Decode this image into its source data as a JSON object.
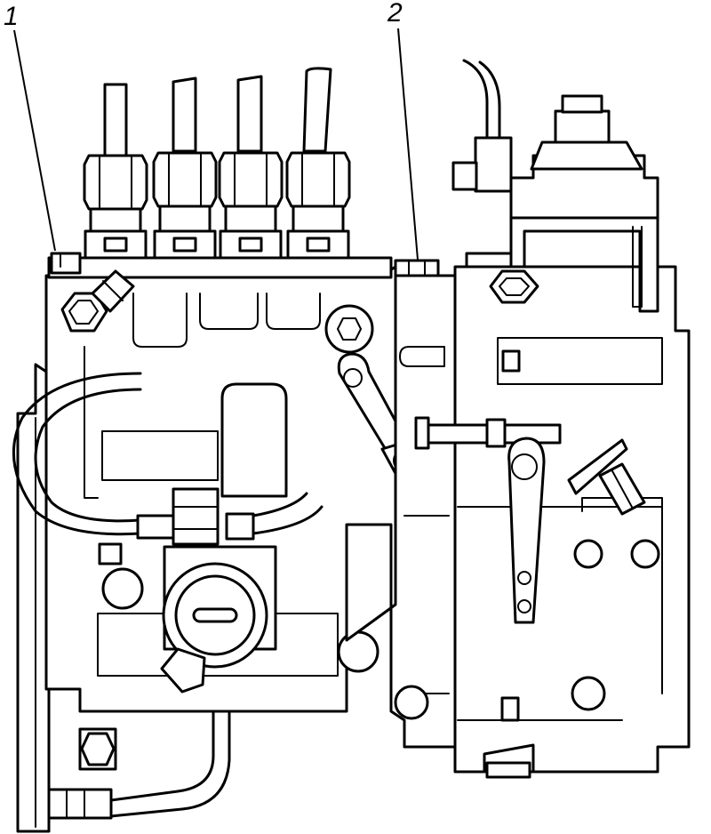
{
  "callouts": [
    {
      "id": "callout-1",
      "label": "1"
    },
    {
      "id": "callout-2",
      "label": "2"
    }
  ],
  "colors": {
    "line": "#000000",
    "background": "#ffffff"
  }
}
